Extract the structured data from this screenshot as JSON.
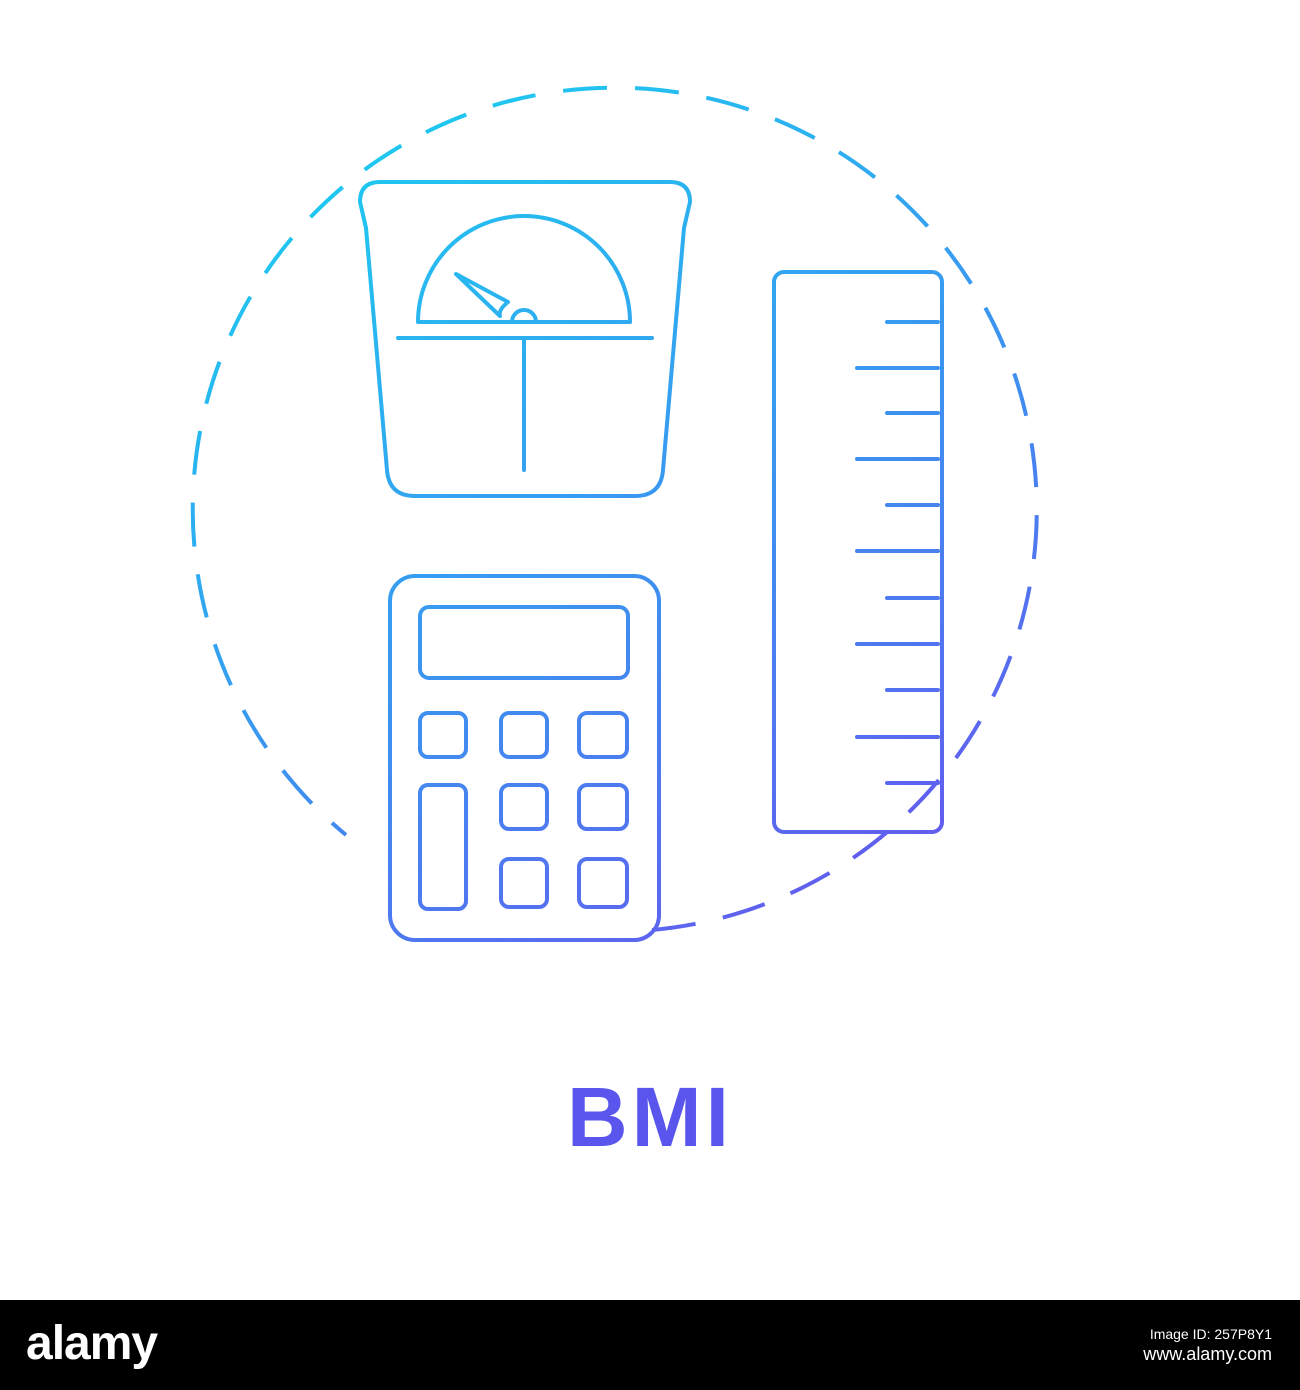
{
  "caption": "BMI",
  "watermark": {
    "logo": "alamy",
    "image_id": "Image ID: 257P8Y1",
    "site": "www.alamy.com"
  },
  "icons": [
    "weighing-scale-icon",
    "calculator-icon",
    "ruler-icon"
  ],
  "colors": {
    "gradient_start": "#1fc7f0",
    "gradient_end": "#6a52ef",
    "caption": "#5a55ec",
    "background": "#ffffff",
    "bar": "#000000",
    "bar_text": "#ffffff"
  }
}
